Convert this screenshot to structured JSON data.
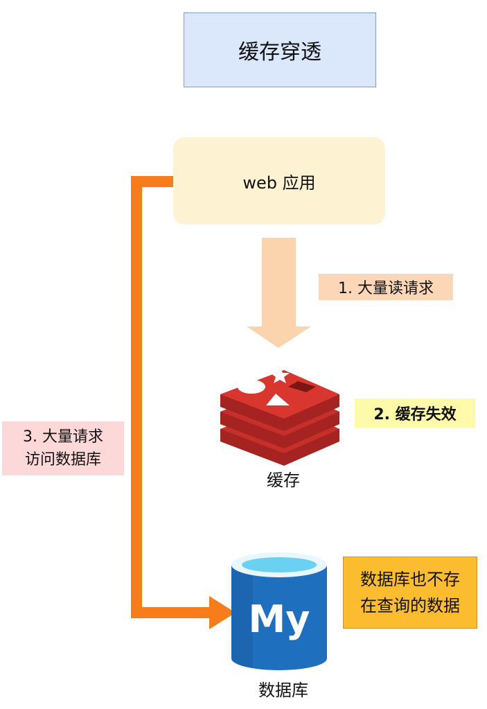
{
  "title": "缓存穿透",
  "app": {
    "label": "web 应用"
  },
  "steps": {
    "read": "1. 大量读请求",
    "cache_invalid": "2. 缓存失效",
    "db_access_line1": "3. 大量请求",
    "db_access_line2": "访问数据库"
  },
  "cache": {
    "label": "缓存",
    "icon": "redis-icon"
  },
  "database": {
    "label": "数据库",
    "icon": "mysql-icon",
    "logo_text": "My"
  },
  "note": {
    "line1": "数据库也不存",
    "line2": "在查询的数据"
  },
  "colors": {
    "title_bg": "#dbe7fb",
    "title_border": "#7f9bc9",
    "app_bg": "#fdf3d3",
    "down_arrow": "#fbd4ad",
    "bypass_arrow": "#f77d1a",
    "redis_red": "#c62f2a",
    "db_blue": "#1f6fbf",
    "note_bg": "#fbbc2f"
  }
}
